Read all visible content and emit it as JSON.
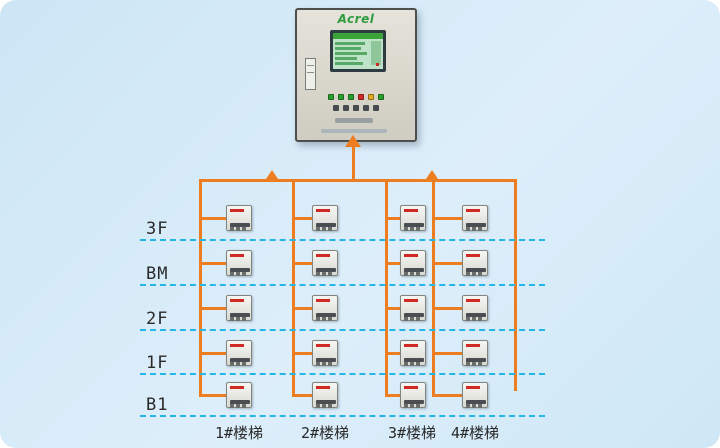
{
  "diagram": {
    "brand": "Acrel",
    "rows": [
      "3F",
      "BM",
      "2F",
      "1F",
      "B1"
    ],
    "columns": [
      "1#楼梯",
      "2#楼梯",
      "3#楼梯",
      "4#楼梯"
    ],
    "grid": {
      "row_count": 5,
      "column_count": 4
    },
    "colors": {
      "bus_line": "#ed7d21",
      "floor_dashed_line": "#25b6e8",
      "background": "#d9ebf7",
      "brand_green": "#2e9b3e"
    }
  }
}
